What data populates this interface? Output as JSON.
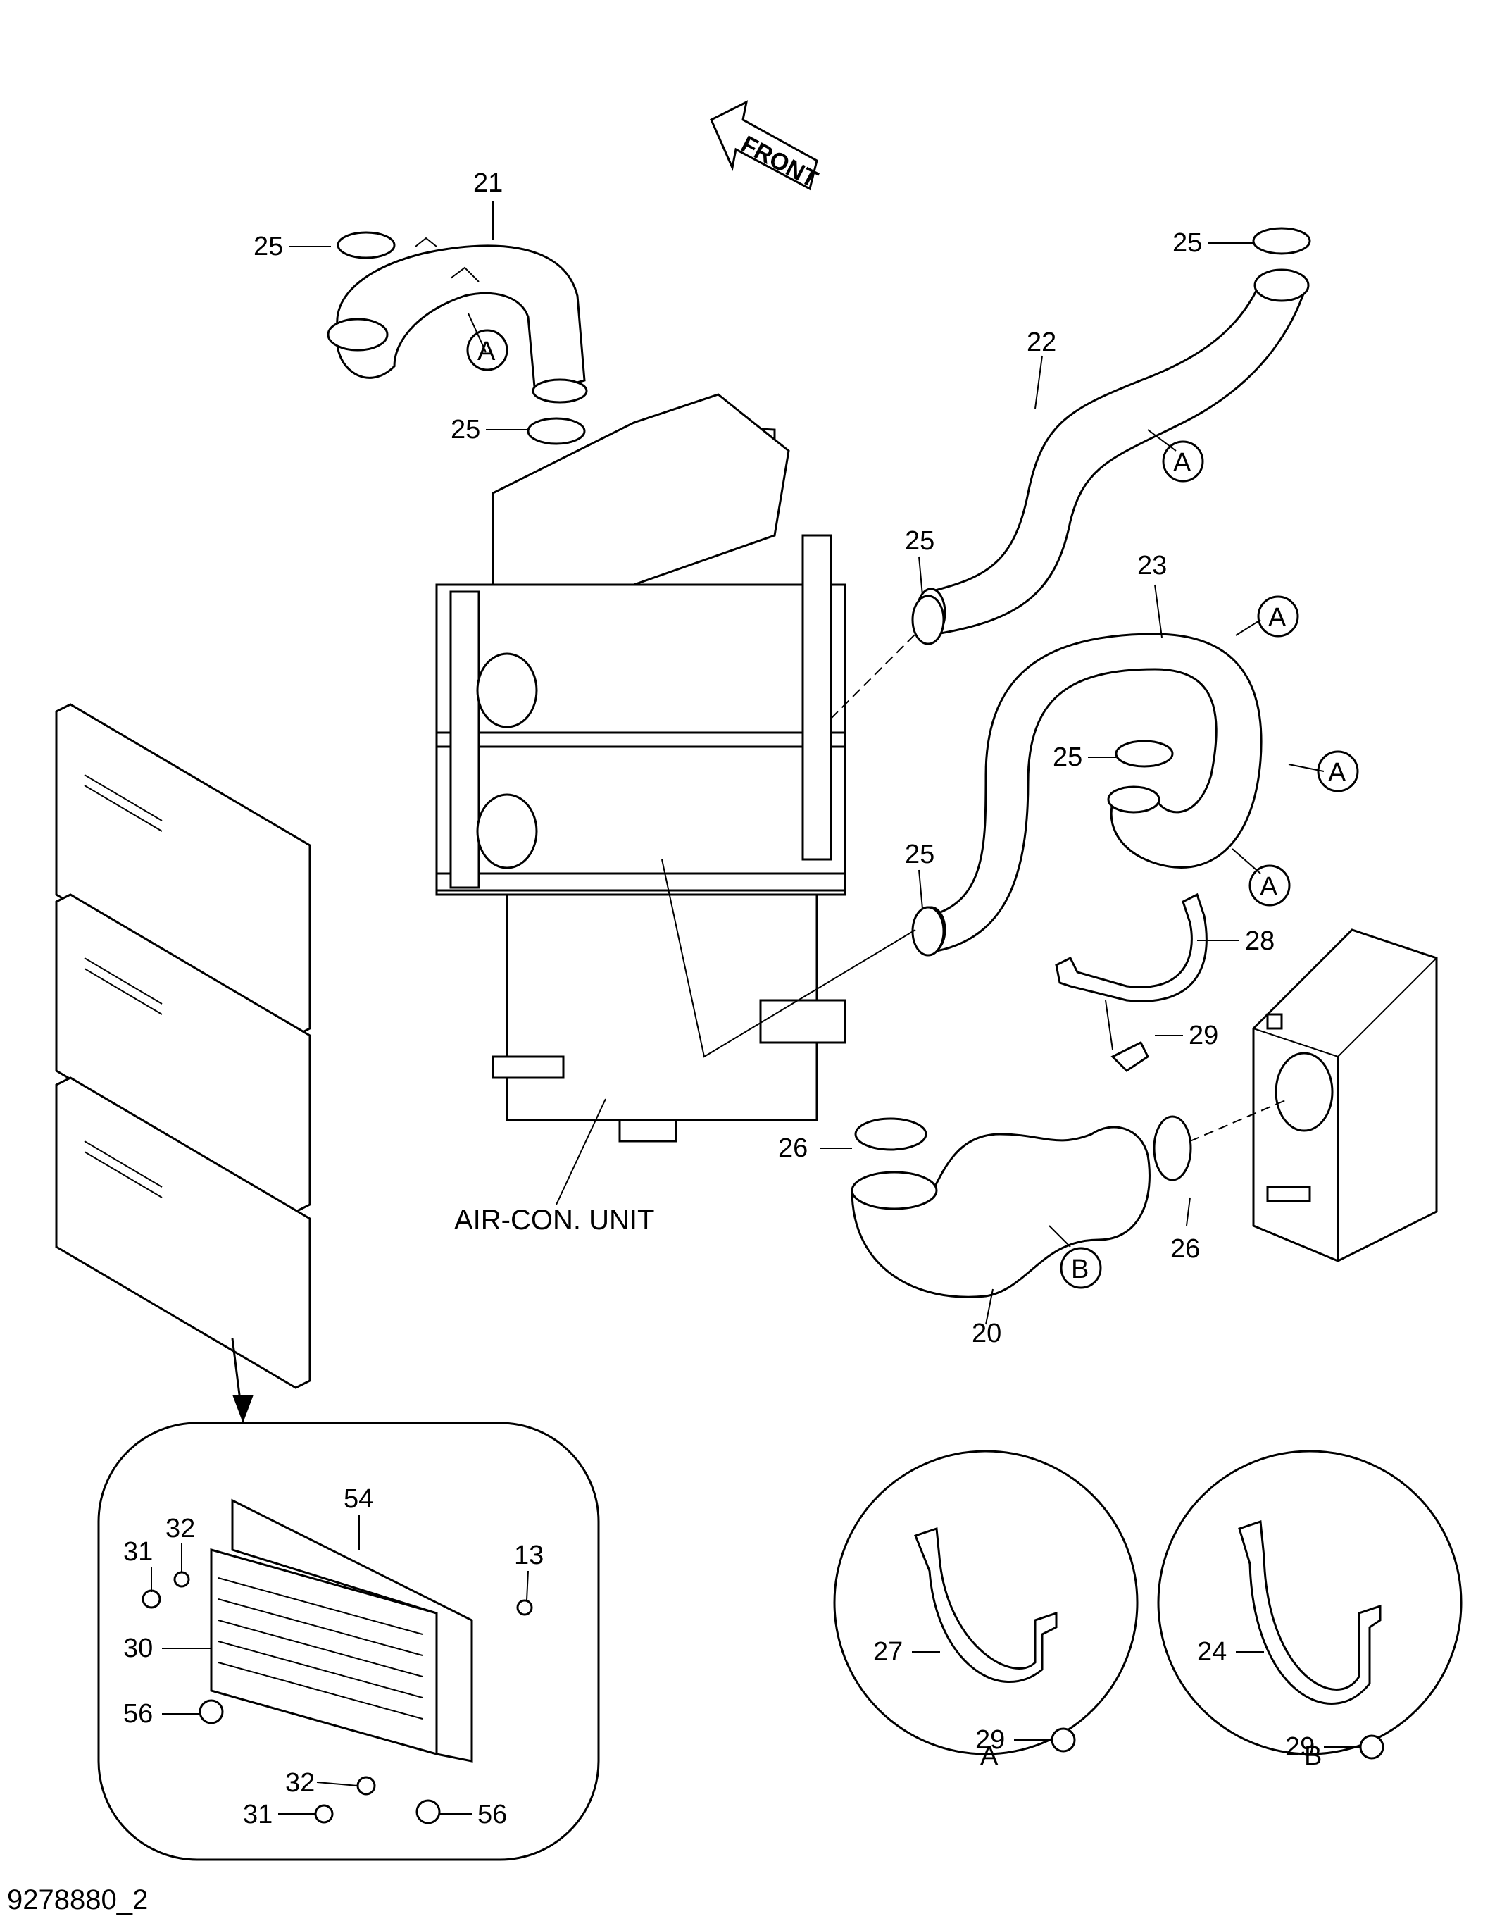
{
  "front_arrow": {
    "label": "FRONT"
  },
  "unit_label": "AIR-CON. UNIT",
  "drawing_number": "9278880_2",
  "callouts": {
    "c21": "21",
    "c22": "22",
    "c23": "23",
    "c20": "20",
    "c25a": "25",
    "c25b": "25",
    "c25c": "25",
    "c25d": "25",
    "c25e": "25",
    "c25f": "25",
    "c28": "28",
    "c29": "29",
    "c26a": "26",
    "c26b": "26",
    "c54": "54",
    "c32a": "32",
    "c31a": "31",
    "c13": "13",
    "c30": "30",
    "c56a": "56",
    "c32b": "32",
    "c31b": "31",
    "c56b": "56",
    "c27": "27",
    "c29a": "29",
    "c24": "24",
    "c29b": "29"
  },
  "refs": {
    "a1": "A",
    "a2": "A",
    "a3": "A",
    "a4": "A",
    "a5": "A",
    "b1": "B"
  },
  "detail_labels": {
    "detail_a": "A",
    "detail_b": "B"
  }
}
